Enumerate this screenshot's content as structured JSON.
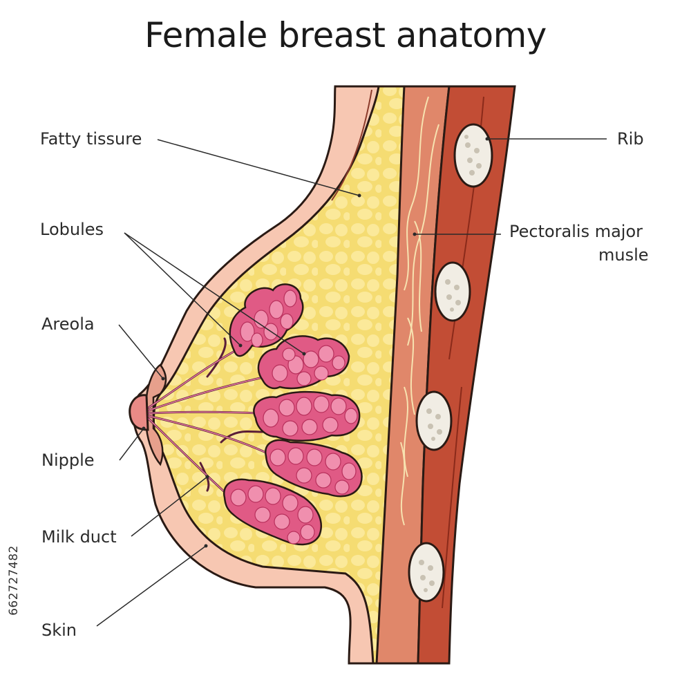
{
  "title": "Female breast anatomy",
  "labels": {
    "fatty_tissue": "Fatty tissure",
    "lobules": "Lobules",
    "areola": "Areola",
    "nipple": "Nipple",
    "milk_duct": "Milk duct",
    "skin": "Skin",
    "rib": "Rib",
    "pectoralis_line1": "Pectoralis major",
    "pectoralis_line2": "musle"
  },
  "stock_id": "662727482",
  "colors": {
    "skin": "#f7c7b2",
    "fat": "#f5dc72",
    "fat_light": "#fbec9f",
    "lobule": "#e05a85",
    "lobule_light": "#f08fae",
    "muscle": "#d65a3e",
    "muscle_dark": "#b8432c",
    "muscle_light": "#e89a7c",
    "bone": "#f1ede4",
    "outline": "#2a1a14"
  }
}
